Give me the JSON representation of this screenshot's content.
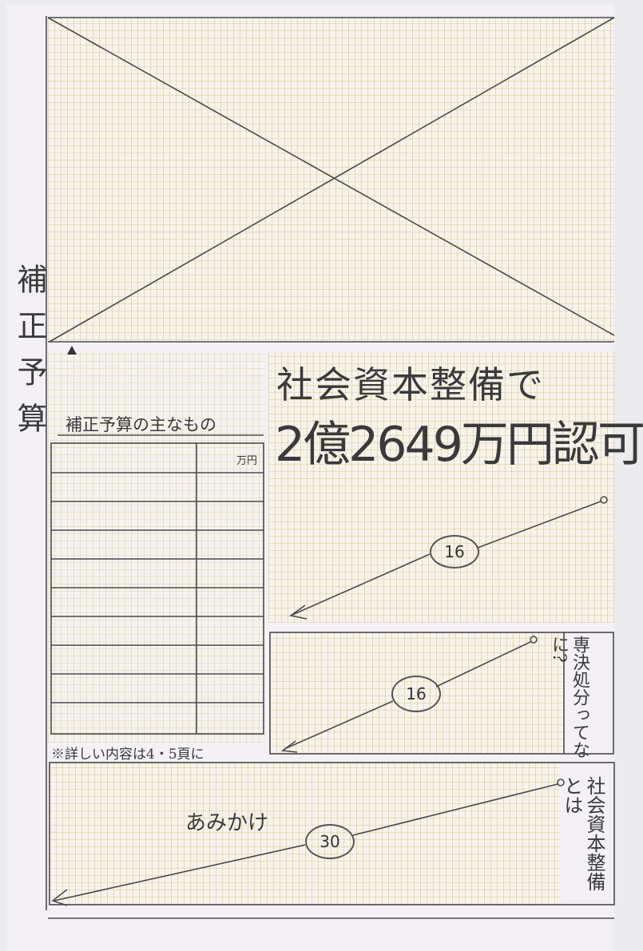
{
  "side_title": "補正予算",
  "headline": {
    "line1": "社会資本整備で",
    "line2": "2億2649万円認可"
  },
  "table": {
    "title": "補正予算の主なもの",
    "unit_label": "万円",
    "row_count": 10
  },
  "footnote": "※詳しい内容は4・5頁に",
  "box1": {
    "number": "16",
    "side_label": "専決処分ってなに?"
  },
  "box2": {
    "number": "16"
  },
  "box3": {
    "left_label": "あみかけ",
    "number": "30",
    "side_label": "社会資本整備とは"
  },
  "colors": {
    "paper": "#f4f1f6",
    "grid_dot": "#d2c878",
    "ink": "#3a3a3a"
  },
  "icons": [
    "triangle-marker-icon",
    "arrow-icon"
  ]
}
